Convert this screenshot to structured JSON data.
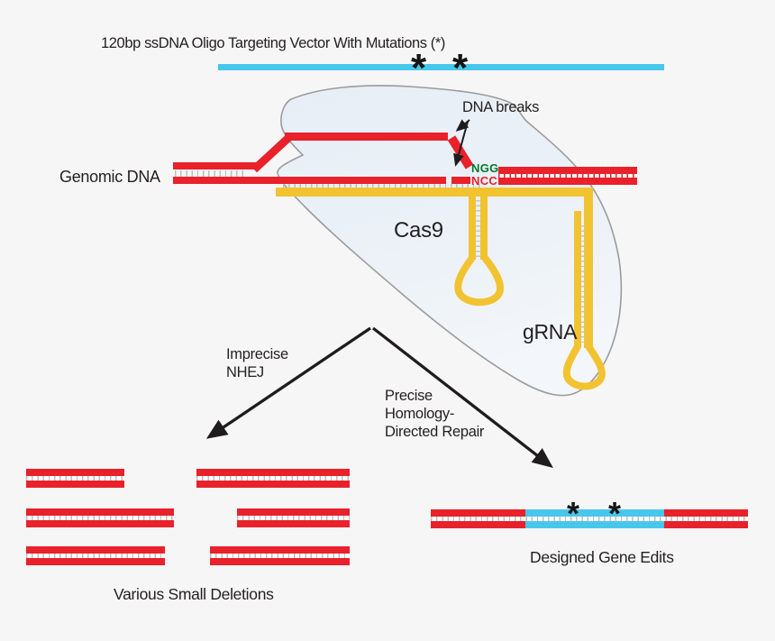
{
  "diagram": {
    "title": "120bp ssDNA Oligo Targeting Vector With Mutations (*)",
    "oligo": {
      "mutation_marks": [
        "*",
        "*"
      ]
    },
    "genomic_dna_label": "Genomic DNA",
    "dna_breaks_label": "DNA breaks",
    "pam": {
      "top_strand": "NGG",
      "bottom_strand": "NCC"
    },
    "cas9_label": "Cas9",
    "grna_label": "gRNA",
    "pathways": {
      "left": {
        "lines": [
          "Imprecise",
          "NHEJ"
        ]
      },
      "right": {
        "lines": [
          "Precise",
          "Homology-",
          "Directed Repair"
        ]
      }
    },
    "outcomes": {
      "left_caption": "Various Small Deletions",
      "right_caption": "Designed Gene Edits",
      "edit_marks": [
        "*",
        "*"
      ]
    }
  },
  "colors": {
    "red": "#E8212B",
    "yellow": "#F2C331",
    "cyan": "#47C7EC",
    "green": "#00792F",
    "ink": "#231F20",
    "blobStroke": "#9B9B9B",
    "tickGray": "#BDBDBD",
    "background": "#F6F6F6"
  }
}
